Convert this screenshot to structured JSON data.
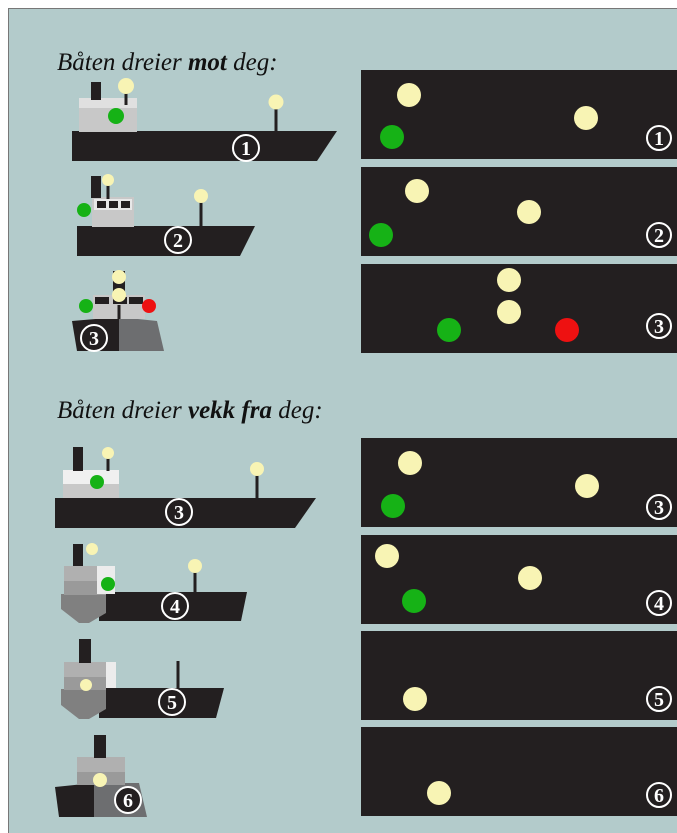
{
  "heading_toward": {
    "prefix": "Båten dreier ",
    "emph": "mot",
    "suffix": " deg:"
  },
  "heading_away": {
    "prefix": "Båten dreier ",
    "emph": "vekk fra",
    "suffix": " deg:"
  },
  "colors": {
    "background": "#b3cbcb",
    "panel": "#231f20",
    "hull": "#231f20",
    "masthead_light": "#f8f4b4",
    "starboard_light": "#16b216",
    "port_light": "#ee1111"
  },
  "light_types": [
    "masthead",
    "sidelight-green-starboard",
    "sidelight-red-port"
  ],
  "rows": [
    {
      "number": "1",
      "group": "toward"
    },
    {
      "number": "2",
      "group": "toward"
    },
    {
      "number": "3",
      "group": "toward"
    },
    {
      "number": "3",
      "group": "away"
    },
    {
      "number": "4",
      "group": "away"
    },
    {
      "number": "5",
      "group": "away"
    },
    {
      "number": "6",
      "group": "away"
    }
  ]
}
